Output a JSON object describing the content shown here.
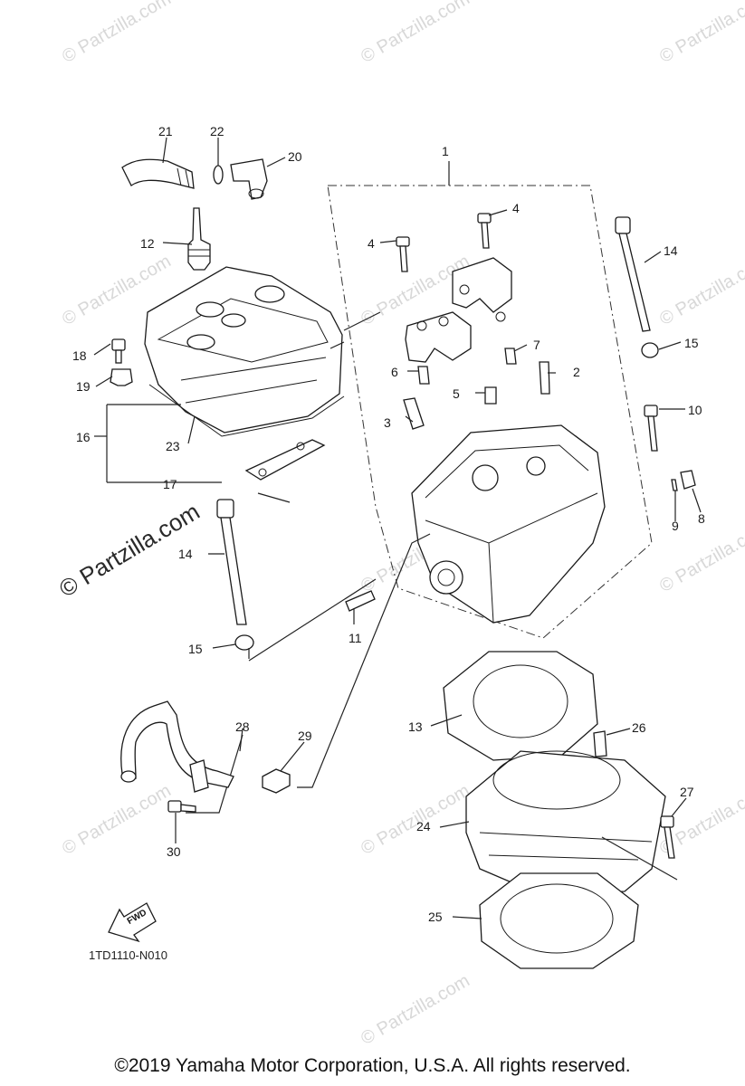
{
  "watermarks": {
    "small": [
      "© Partzilla.com",
      "© Partzilla.com",
      "© Partzilla.com",
      "© Partzilla.com",
      "© Partzilla.com",
      "© Partzilla.com",
      "© Partzilla.com",
      "© Partzilla.com",
      "© Partzilla.com",
      "© Partzilla.com",
      "© Partzilla.com",
      "© Partzilla.com"
    ],
    "large": "© Partzilla.com"
  },
  "callouts": [
    "1",
    "2",
    "3",
    "4",
    "4",
    "5",
    "6",
    "7",
    "8",
    "9",
    "10",
    "11",
    "12",
    "13",
    "14",
    "14",
    "15",
    "15",
    "16",
    "17",
    "18",
    "19",
    "20",
    "21",
    "22",
    "23",
    "24",
    "25",
    "26",
    "27",
    "28",
    "29",
    "30"
  ],
  "fwd_label": "FWD",
  "diagram_code": "1TD1110-N010",
  "copyright": "©2019 Yamaha Motor Corporation, U.S.A. All rights reserved."
}
